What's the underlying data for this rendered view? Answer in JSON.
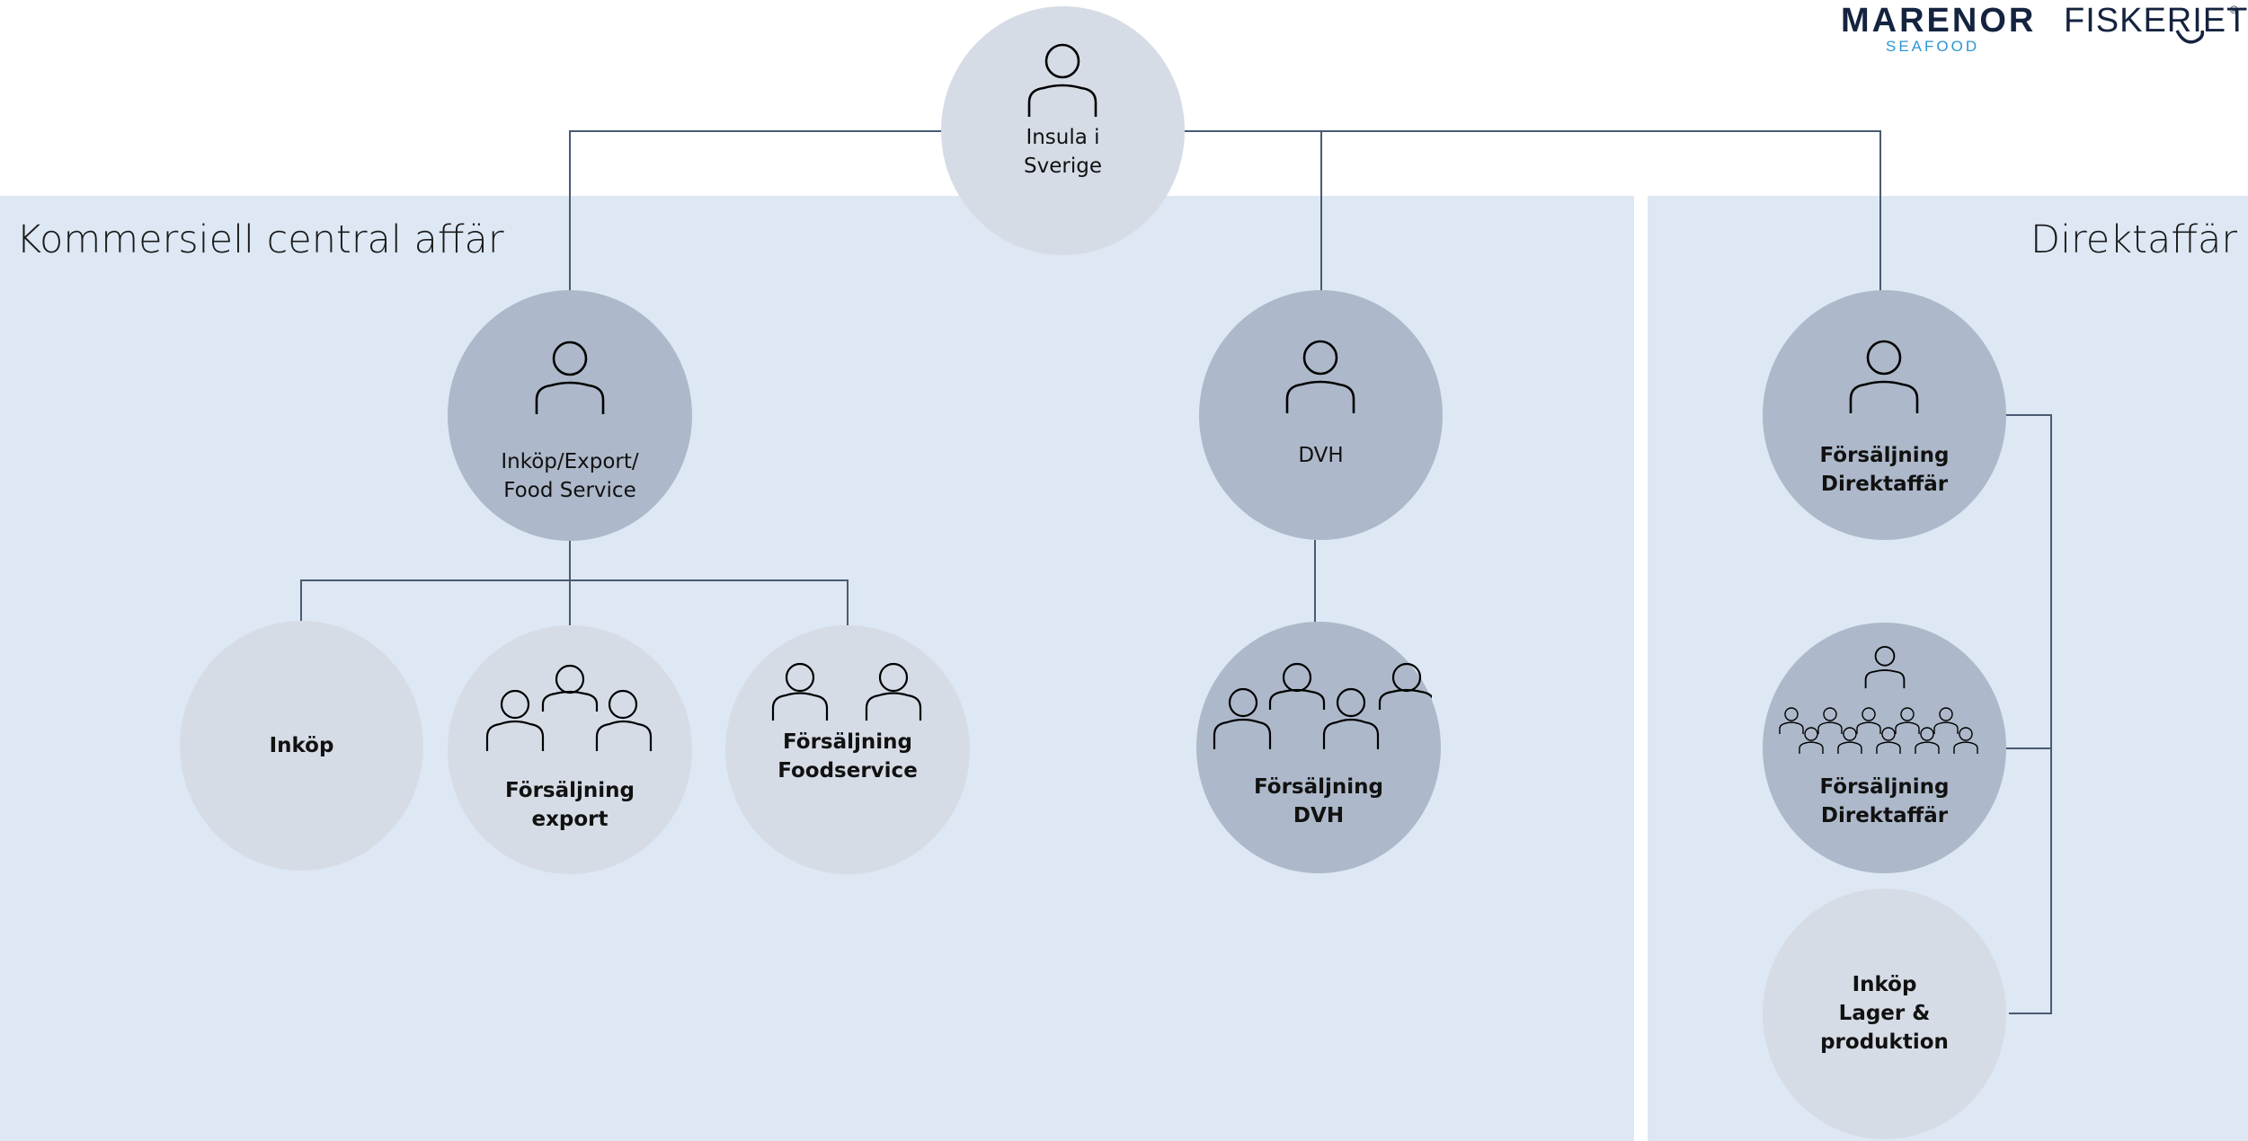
{
  "sections": {
    "left_title": "Kommersiell central affär",
    "right_title": "Direktaffär"
  },
  "logos": {
    "marenor": "MARENOR",
    "marenor_sub": "SEAFOOD",
    "fiskeriet": "FISKERIET",
    "registered": "®"
  },
  "nodes": {
    "root": {
      "lines": [
        "Insula i",
        "Sverige"
      ]
    },
    "inkop_export": {
      "lines": [
        "Inköp/Export/",
        "Food Service"
      ]
    },
    "dvh": {
      "lines": [
        "DVH"
      ]
    },
    "forsaljning_direktaffar_top": {
      "lines": [
        "Försäljning",
        "Direktaffär"
      ]
    },
    "inkop": {
      "lines": [
        "Inköp"
      ]
    },
    "forsaljning_export": {
      "lines": [
        "Försäljning",
        "export"
      ]
    },
    "forsaljning_foodservice": {
      "lines": [
        "Försäljning",
        "Foodservice"
      ]
    },
    "forsaljning_dvh": {
      "lines": [
        "Försäljning",
        "DVH"
      ]
    },
    "forsaljning_direktaffar_mid": {
      "lines": [
        "Försäljning",
        "Direktaffär"
      ]
    },
    "inkop_lager": {
      "lines": [
        "Inköp",
        "Lager &",
        "produktion"
      ]
    }
  },
  "colors": {
    "panel": "#dde8f4",
    "node_light": "#d6dce6",
    "node_dark": "#adb9ca",
    "connector": "#4a5a72",
    "brand_navy": "#14233f",
    "brand_blue": "#2e95d3"
  }
}
